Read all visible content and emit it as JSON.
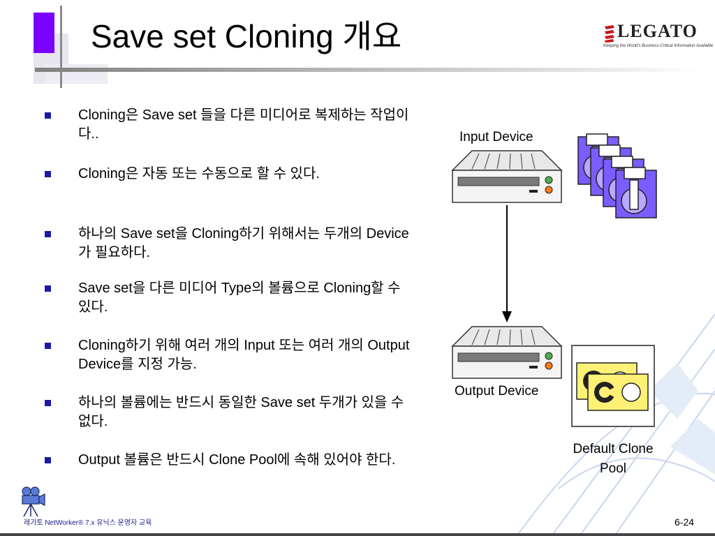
{
  "slide": {
    "title": "Save set Cloning 개요",
    "logo": {
      "name": "LEGATO",
      "tagline": "Keeping the World's Business-Critical Information Available"
    },
    "bullets": [
      {
        "text": "Cloning은 Save set 들을 다른 미디어로 복제하는 작업이다.."
      },
      {
        "text": "Cloning은 자동 또는 수동으로 할 수 있다."
      },
      {
        "text": "하나의 Save set을 Cloning하기 위해서는 두개의 Device가 필요하다."
      },
      {
        "text": "Save set을 다른 미디어 Type의 볼륨으로 Cloning할 수 있다."
      },
      {
        "text": "Cloning하기 위해 여러 개의 Input 또는 여러 개의 Output Device를 지정 가능."
      },
      {
        "text": "하나의 볼륨에는 반드시 동일한 Save set 두개가 있을 수 없다."
      },
      {
        "text": "Output 볼륨은 반드시 Clone Pool에 속해 있어야 한다."
      }
    ],
    "diagram": {
      "input_label": "Input Device",
      "output_label": "Output Device",
      "pool_label_line1": "Default Clone",
      "pool_label_line2": "Pool"
    },
    "footer": {
      "course": "레가토 NetWorker® 7.x 유닉스 운영자 교육",
      "page": "6-24"
    },
    "colors": {
      "accent_purple": "#7a00ff",
      "bullet_blue": "#1a1aa6",
      "tape_purple": "#7b5cff",
      "cartridge_yellow": "#fff176",
      "watermark_blue": "#c7d6ee"
    }
  }
}
